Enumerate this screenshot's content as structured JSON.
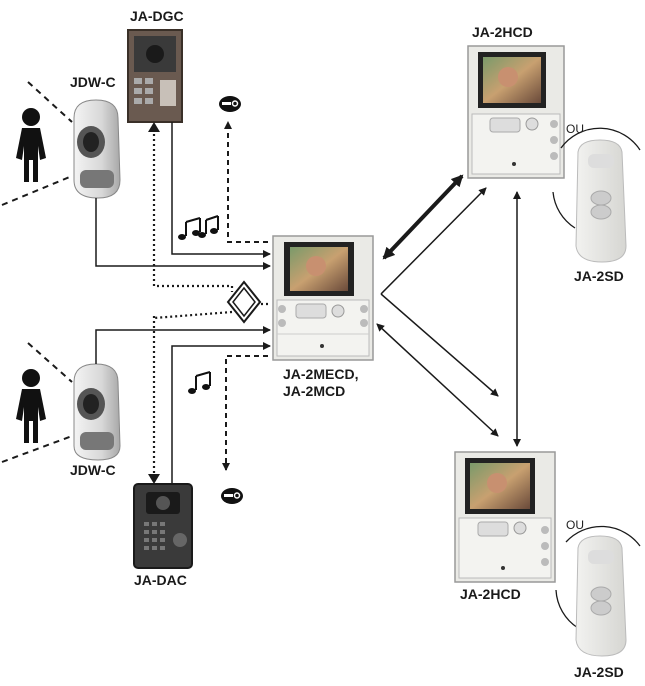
{
  "labels": {
    "camera_top": "JDW-C",
    "camera_bottom": "JDW-C",
    "door_station_top": "JA-DGC",
    "door_station_bottom": "JA-DAC",
    "master_station_line1": "JA-2MECD,",
    "master_station_line2": "JA-2MCD",
    "sub_station_top": "JA-2HCD",
    "sub_station_bottom": "JA-2HCD",
    "handset_top": "JA-2SD",
    "handset_bottom": "JA-2SD",
    "ou_top": "OU",
    "ou_bottom": "OU"
  },
  "colors": {
    "line": "#1a1a1a",
    "monitor_body": "#e9e9e6",
    "door_station_top": "#6a5a50",
    "door_station_bottom": "#3a3a3a"
  }
}
